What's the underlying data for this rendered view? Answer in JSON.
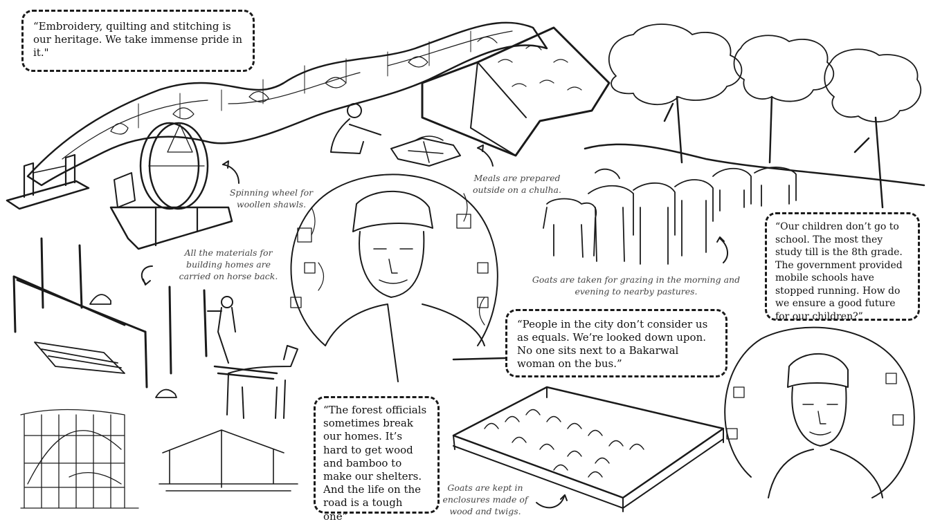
{
  "quotes": {
    "heritage": "“Embroidery, quilting and stitching is our heritage. We take immense pride in it.\"",
    "children": "“Our children don’t go to school. The most they study till is the 8th grade. The government provided mobile schools have stopped running. How do we ensure a good future for our children?”",
    "city": "“People in the city don’t consider us as equals. We’re looked down upon. No one sits next to a Bakarwal woman on the bus.”",
    "forest": "“The forest officials sometimes break our homes. It’s hard to get wood and bamboo to make our shelters. And the life on the road is a tough one”"
  },
  "captions": {
    "spinning_wheel": "Spinning wheel for woollen shawls.",
    "meals": "Meals are prepared outside on a chulha.",
    "materials": "All the materials for building homes are carried on horse back.",
    "grazing": "Goats are taken for grazing in the morning and evening to nearby pastures.",
    "enclosure": "Goats are kept in enclosures made of wood and twigs."
  },
  "colors": {
    "ink": "#1a1a1a",
    "caption": "#444444",
    "paper": "#ffffff"
  }
}
